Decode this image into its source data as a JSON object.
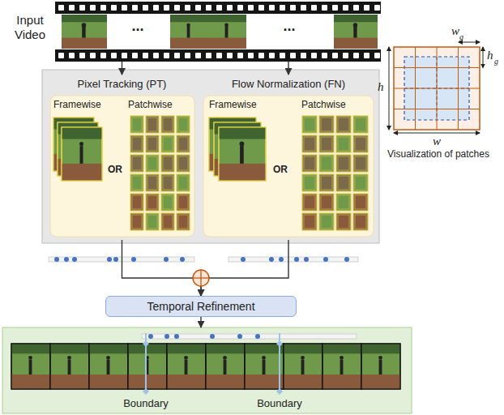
{
  "diagram": {
    "nodes": [
      {
        "text": [
          "Input Video",
          "...",
          "..."
        ]
      },
      {
        "text": [
          "Pixel Tracking (PT)",
          "Framewise",
          "OR",
          "Patchwise"
        ]
      },
      {
        "text": [
          "Flow Normalization (FN)",
          "Framewise",
          "OR",
          "Patchwise"
        ]
      },
      {
        "text": [
          "Temporal Refinement"
        ]
      },
      {
        "text": [
          "Boundary",
          "Boundary"
        ]
      }
    ],
    "edges": [
      {
        "from": 0,
        "to": 1,
        "arrow": "to"
      },
      {
        "from": 0,
        "to": 2,
        "arrow": "to"
      },
      {
        "from": 1,
        "to": 3,
        "arrow": "to"
      },
      {
        "from": 2,
        "to": 3,
        "arrow": "to"
      },
      {
        "from": 3,
        "to": 4,
        "arrow": "to"
      }
    ],
    "labels": [
      "w",
      "g",
      "h",
      "g",
      "h",
      "w",
      "Visualization of patches"
    ]
  }
}
